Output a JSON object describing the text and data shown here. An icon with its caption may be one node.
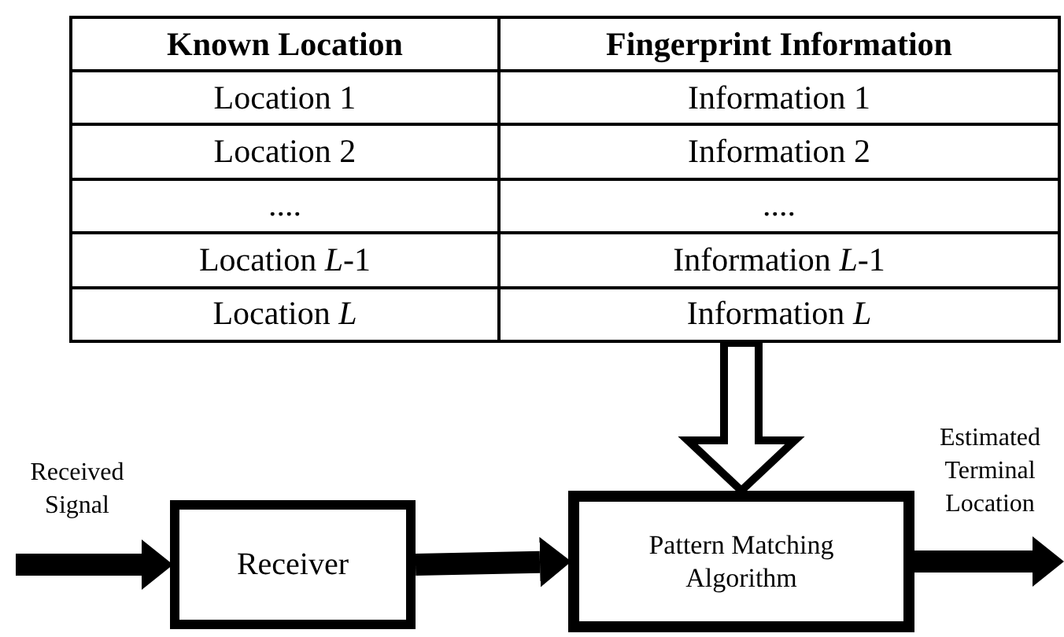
{
  "diagram": {
    "nodes": [
      {
        "text": [],
        "shape": "box"
      },
      {
        "text": [
          "Receiver"
        ]
      },
      {
        "text": [
          "Pattern Matching Algorithm"
        ]
      }
    ],
    "edges": [
      {
        "from": null,
        "to": 1,
        "arrow": "to",
        "label": "Received Signal"
      },
      {
        "from": 1,
        "to": 2,
        "arrow": "to"
      },
      {
        "from": 0,
        "to": 2,
        "arrow": "to"
      },
      {
        "from": 2,
        "to": null,
        "arrow": "to",
        "label": "Estimated Terminal Location"
      }
    ],
    "labels": [
      "Known Location",
      "Fingerprint Information",
      "Location 1",
      "Information 1",
      "Location 2",
      "Information 2",
      "....",
      "....",
      "Location *L*-1",
      "Information *L*-1",
      "Location *L*",
      "Information *L*"
    ]
  }
}
